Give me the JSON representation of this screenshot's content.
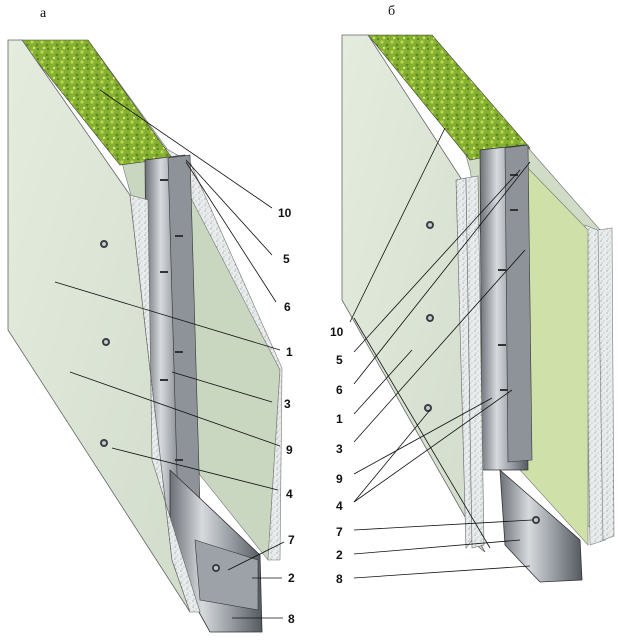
{
  "panel_a": {
    "title": "а",
    "labels": [
      "10",
      "5",
      "6",
      "1",
      "3",
      "9",
      "4",
      "7",
      "2",
      "8"
    ]
  },
  "panel_b": {
    "title": "б",
    "labels": [
      "10",
      "5",
      "6",
      "1",
      "3",
      "9",
      "4",
      "7",
      "2",
      "8"
    ]
  },
  "colors": {
    "board_face": "#dde6d6",
    "board_edge": "#c9cfc7",
    "gypsum_core": "#e8ebea",
    "insulation": "#8fb83a",
    "metal_profile": "#b7bcc1",
    "metal_dark": "#5b6066",
    "leader_line": "#111111"
  },
  "icons": [
    "screw-icon"
  ]
}
